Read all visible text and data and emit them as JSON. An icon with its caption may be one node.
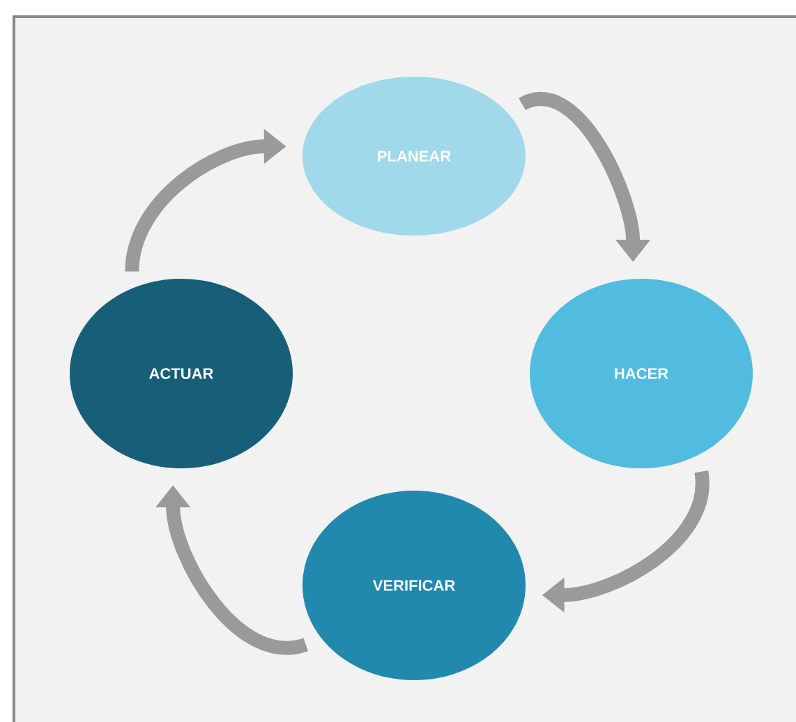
{
  "diagram": {
    "nodes": [
      {
        "text": [
          "PLANEAR"
        ]
      },
      {
        "text": [
          "HACER"
        ]
      },
      {
        "text": [
          "VERIFICAR"
        ]
      },
      {
        "text": [
          "ACTUAR"
        ]
      }
    ],
    "edges": [
      {
        "from": 0,
        "to": 1,
        "arrow": "to"
      },
      {
        "from": 1,
        "to": 2,
        "arrow": "to"
      },
      {
        "from": 2,
        "to": 3,
        "arrow": "to"
      },
      {
        "from": 3,
        "to": 0,
        "arrow": "to"
      }
    ]
  }
}
